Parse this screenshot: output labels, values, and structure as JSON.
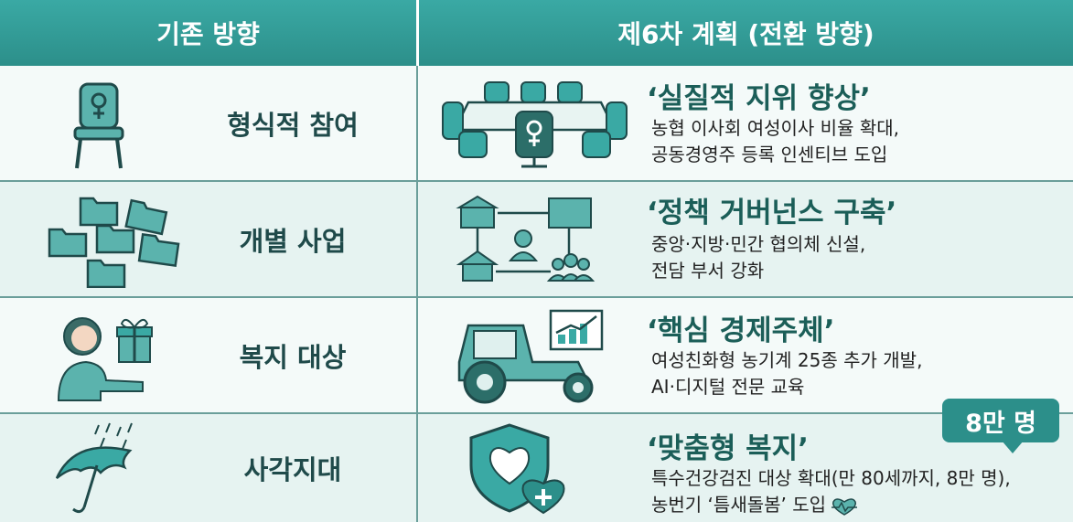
{
  "header": {
    "left_title": "기존 방향",
    "right_title": "제6차 계획 (전환 방향)"
  },
  "rows": [
    {
      "old_label": "형식적 참여",
      "old_icon": "chair-female-symbol-icon",
      "new_icon": "boardroom-table-icon",
      "new_title": "‘실질적 지위 향상’",
      "new_desc_1": "농협 이사회 여성이사 비율 확대,",
      "new_desc_2": "공동경영주 등록 인센티브 도입"
    },
    {
      "old_label": "개별 사업",
      "old_icon": "scattered-folders-icon",
      "new_icon": "governance-network-icon",
      "new_title": "‘정책 거버넌스 구축’",
      "new_desc_1": "중앙·지방·민간 협의체 신설,",
      "new_desc_2": "전담 부서 강화"
    },
    {
      "old_label": "복지 대상",
      "old_icon": "person-receiving-gift-icon",
      "new_icon": "tractor-chart-icon",
      "new_title": "‘핵심 경제주체’",
      "new_desc_1": "여성친화형 농기계 25종 추가 개발,",
      "new_desc_2": "AI·디지털 전문 교육"
    },
    {
      "old_label": "사각지대",
      "old_icon": "umbrella-rain-icon",
      "new_icon": "shield-heart-icon",
      "new_title": "‘맞춤형 복지’",
      "new_desc_1": "특수건강검진 대상 확대(만 80세까지, 8만 명),",
      "new_desc_2": "농번기 ‘틈새돌봄’ 도입"
    }
  ],
  "badge": "8만 명",
  "colors": {
    "header": "#2c8f8a",
    "accent": "#2e8b86",
    "title": "#1b5e58",
    "row_light": "#f4faf9",
    "row_dark": "#e6f3f1"
  }
}
